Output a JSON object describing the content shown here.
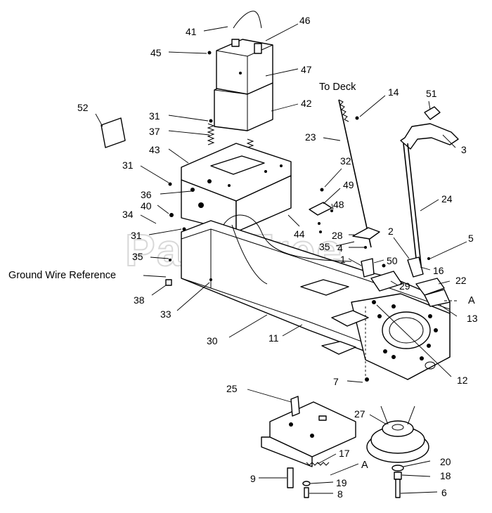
{
  "watermark": "PartsTree",
  "annotations": {
    "to_deck": "To Deck",
    "ground_wire": "Ground Wire Reference",
    "ref_a_right": "A",
    "ref_a_bottom": "A"
  },
  "callouts": {
    "c41": "41",
    "c46": "46",
    "c45": "45",
    "c47": "47",
    "c42": "42",
    "c52": "52",
    "c31a": "31",
    "c37": "37",
    "c43": "43",
    "c31b": "31",
    "c36": "36",
    "c40": "40",
    "c34": "34",
    "c31c": "31",
    "c35a": "35",
    "c38": "38",
    "c33": "33",
    "c30": "30",
    "c14": "14",
    "c51": "51",
    "c23": "23",
    "c3": "3",
    "c32": "32",
    "c49": "49",
    "c48": "48",
    "c24": "24",
    "c44": "44",
    "c28": "28",
    "c35b": "35",
    "c4": "4",
    "c2": "2",
    "c5": "5",
    "c1": "1",
    "c50": "50",
    "c16": "16",
    "c22": "22",
    "c29": "29",
    "c13": "13",
    "c11": "11",
    "c12": "12",
    "c25": "25",
    "c7": "7",
    "c27": "27",
    "c17": "17",
    "c20": "20",
    "c9": "9",
    "c19": "19",
    "c18": "18",
    "c8": "8",
    "c6": "6"
  }
}
